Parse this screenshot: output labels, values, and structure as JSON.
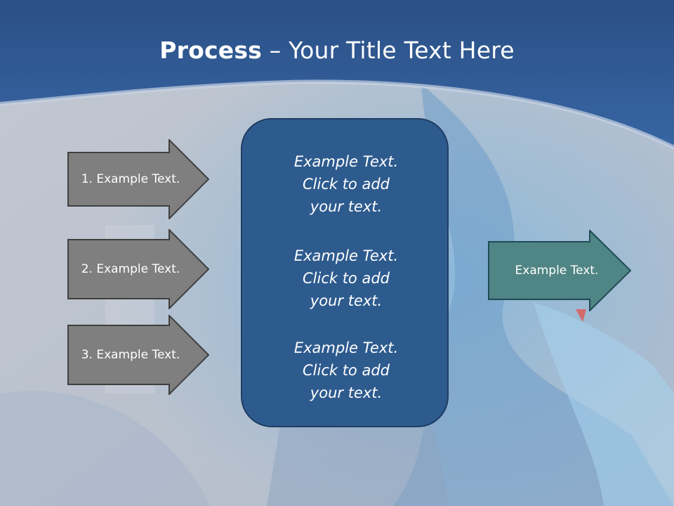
{
  "slide": {
    "title_bold": "Process",
    "title_rest": " – Your Title Text Here"
  },
  "steps": [
    {
      "label": "1. Example Text."
    },
    {
      "label": "2. Example Text."
    },
    {
      "label": "3. Example Text."
    }
  ],
  "center_panel": {
    "blocks": [
      {
        "line1": "Example Text.",
        "line2": "Click  to add",
        "line3": "your text."
      },
      {
        "line1": "Example Text.",
        "line2": "Click  to add",
        "line3": "your text."
      },
      {
        "line1": "Example Text.",
        "line2": "Click  to add",
        "line3": "your text."
      }
    ]
  },
  "result": {
    "label": "Example Text."
  },
  "colors": {
    "header_blue": "#2f5d95",
    "step_fill": "#7f7f7f",
    "panel_fill": "#2e5b8e",
    "result_fill": "#4f8584"
  }
}
